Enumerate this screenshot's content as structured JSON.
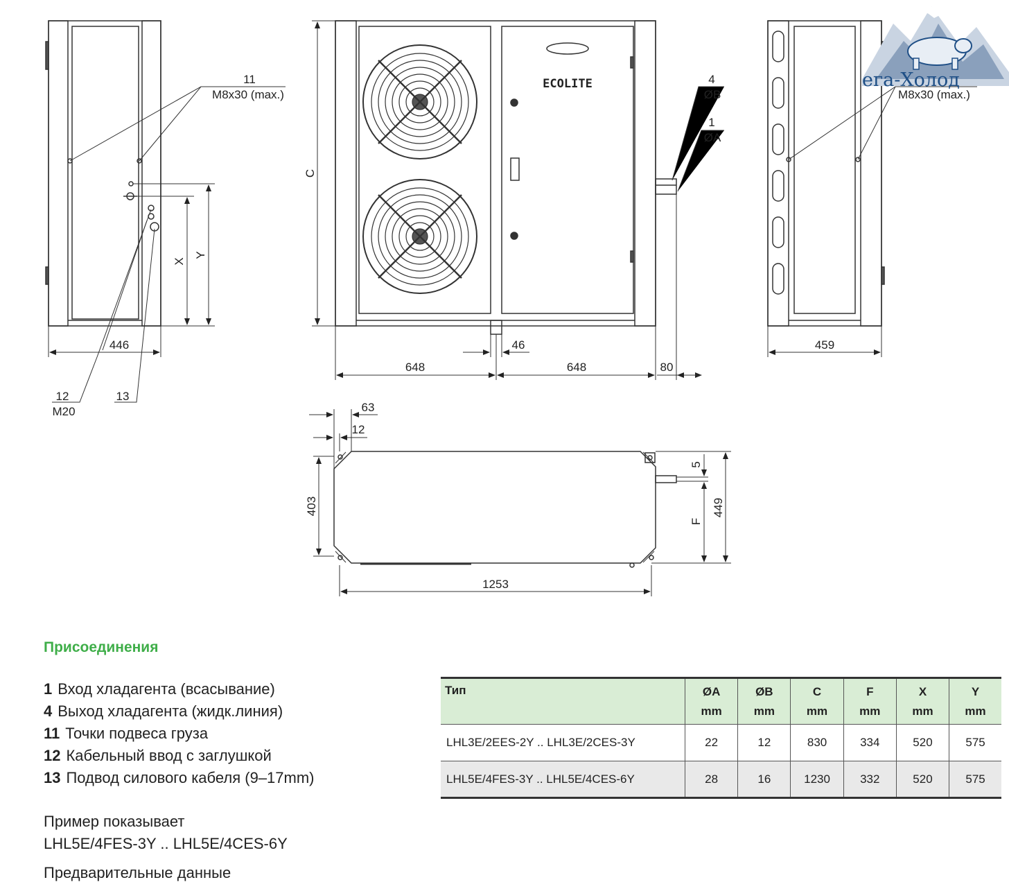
{
  "drawing": {
    "side_left": {
      "width": "446",
      "x_label": "X",
      "y_label": "Y",
      "callout_11_num": "11",
      "callout_11_text": "M8x30 (max.)",
      "callout_12_num": "12",
      "callout_12_text": "M20",
      "callout_13_num": "13"
    },
    "front": {
      "height_label": "C",
      "brand": "ECOLITE",
      "width_left": "648",
      "width_right": "648",
      "drain_offset": "46",
      "pipe_offset": "80",
      "callout_4_num": "4",
      "callout_4_text": "ØB",
      "callout_1_num": "1",
      "callout_1_text": "ØA"
    },
    "side_right": {
      "width": "459",
      "callout_11_num": "11",
      "callout_11_text": "M8x30 (max.)"
    },
    "top": {
      "offset_63": "63",
      "offset_12": "12",
      "depth_inner": "403",
      "depth_outer": "449",
      "pipe_gap": "5",
      "f_label": "F",
      "length": "1253"
    }
  },
  "watermark": {
    "text": "ега-Холод",
    "icon": "bear-mountain-logo"
  },
  "connections": {
    "heading": "Присоединения",
    "items": [
      {
        "num": "1",
        "text": "Вход хладагента (всасывание)"
      },
      {
        "num": "4",
        "text": "Выход хладагента (жидк.линия)"
      },
      {
        "num": "11",
        "text": "Точки подвеса груза"
      },
      {
        "num": "12",
        "text": "Кабельный ввод с заглушкой"
      },
      {
        "num": "13",
        "text": "Подвод силового кабеля (9–17mm)"
      }
    ],
    "example_line1": "Пример показывает",
    "example_line2": "LHL5E/4FES-3Y .. LHL5E/4CES-6Y",
    "preliminary": "Предварительные данные"
  },
  "table": {
    "headers": [
      {
        "name": "Тип",
        "unit": ""
      },
      {
        "name": "ØA",
        "unit": "mm"
      },
      {
        "name": "ØB",
        "unit": "mm"
      },
      {
        "name": "C",
        "unit": "mm"
      },
      {
        "name": "F",
        "unit": "mm"
      },
      {
        "name": "X",
        "unit": "mm"
      },
      {
        "name": "Y",
        "unit": "mm"
      }
    ],
    "rows": [
      [
        "LHL3E/2EES-2Y .. LHL3E/2CES-3Y",
        "22",
        "12",
        "830",
        "334",
        "520",
        "575"
      ],
      [
        "LHL5E/4FES-3Y .. LHL5E/4CES-6Y",
        "28",
        "16",
        "1230",
        "332",
        "520",
        "575"
      ]
    ]
  }
}
